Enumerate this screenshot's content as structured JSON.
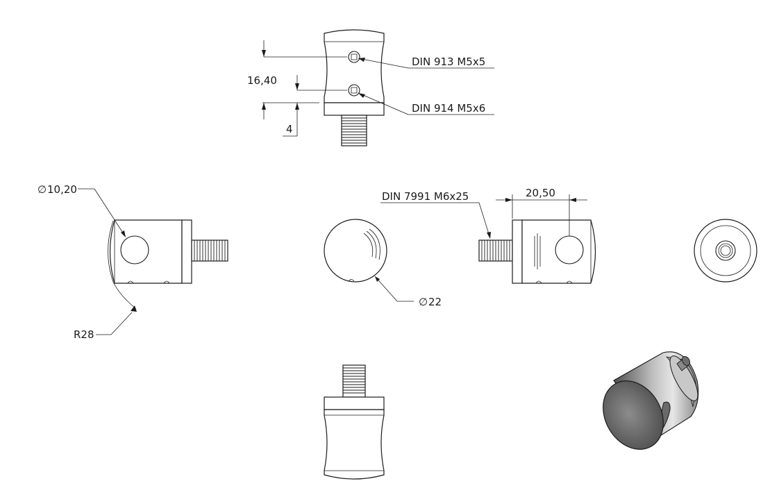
{
  "labels": {
    "callout_top_screw": "DIN 913 M5x5",
    "callout_bottom_screw": "DIN 914 M5x6",
    "dim_vertical": "16,40",
    "dim_offset": "4",
    "dim_hole_diameter": "10,20",
    "dim_radius": "R28",
    "dim_face_diameter": "22",
    "callout_threaded_stud": "DIN 7991 M6x25",
    "dim_hole_position": "20,50",
    "diameter_symbol": "∅"
  },
  "colors": {
    "line": "#1a1a1a",
    "background": "#ffffff",
    "iso_body_dark": "#5a5a5a",
    "iso_body_light": "#d8d8d8"
  }
}
